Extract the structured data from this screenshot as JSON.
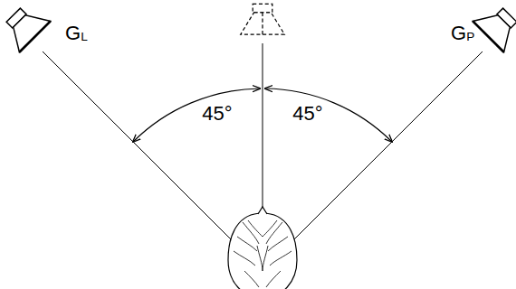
{
  "diagram": {
    "labels": [
      "GL",
      "GP",
      "45°",
      "45°"
    ]
  }
}
